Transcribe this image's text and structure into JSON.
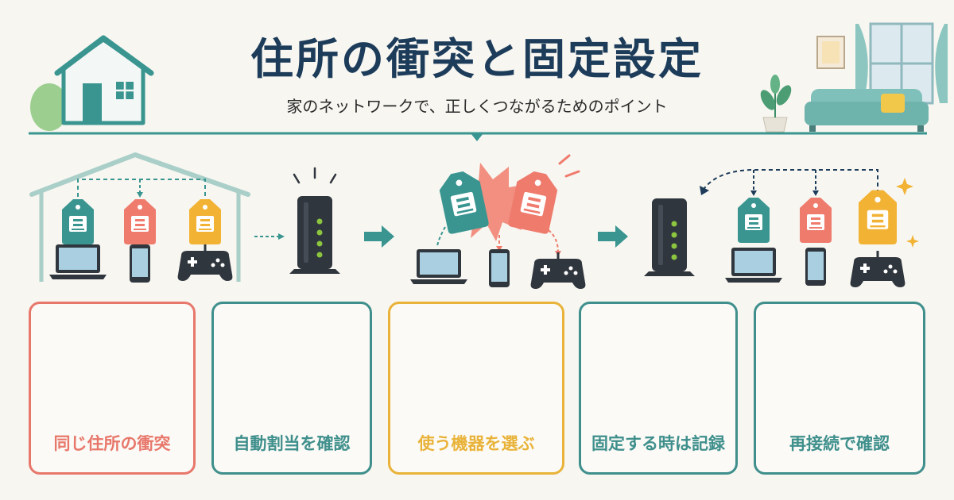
{
  "header": {
    "title": "住所の衝突と固定設定",
    "subtitle": "家のネットワークで、正しくつながるためのポイント"
  },
  "cards": [
    {
      "label": "同じ住所の衝突",
      "color": "#e8776b"
    },
    {
      "label": "自動割当を確認",
      "color": "#3f8f8c"
    },
    {
      "label": "使う機器を選ぶ",
      "color": "#e9b33a"
    },
    {
      "label": "固定する時は記録",
      "color": "#3f8f8c"
    },
    {
      "label": "再接続で確認",
      "color": "#3f8f8c"
    }
  ],
  "colors": {
    "teal": "#3a9590",
    "coral": "#ef7b6d",
    "yellow": "#f2b233",
    "navy": "#1d3c5a",
    "dark": "#30363d",
    "led": "#8cc63f"
  },
  "icons": [
    "house-icon",
    "sofa-icon",
    "plant-icon",
    "window-icon",
    "router-icon",
    "tag-icon",
    "laptop-icon",
    "phone-icon",
    "gamepad-icon",
    "clipboard-icon",
    "notebook-icon",
    "pen-icon",
    "check-icon",
    "hand-icon"
  ]
}
